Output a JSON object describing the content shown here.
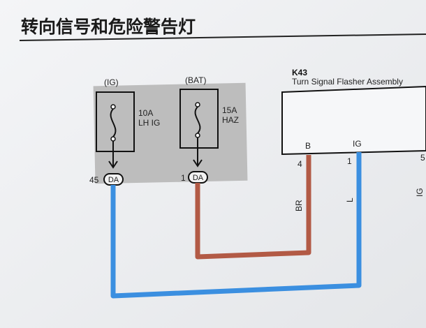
{
  "title": "转向信号和危险警告灯",
  "fuse_left": {
    "source": "(IG)",
    "rating": "10A",
    "name": "LH IG",
    "pin": "45",
    "connector": "DA"
  },
  "fuse_right": {
    "source": "(BAT)",
    "rating": "15A",
    "name": "HAZ",
    "pin": "1",
    "connector": "DA"
  },
  "component": {
    "id": "K43",
    "name": "Turn Signal Flasher Assembly",
    "terminal_b": "B",
    "terminal_ig": "IG",
    "pin_b": "4",
    "pin_ig": "1",
    "pin_edge": "5",
    "edge_label": "IG"
  },
  "wires": {
    "br_label": "BR",
    "l_label": "L",
    "br_color": "#b25a45",
    "l_color": "#3b8fe0"
  }
}
